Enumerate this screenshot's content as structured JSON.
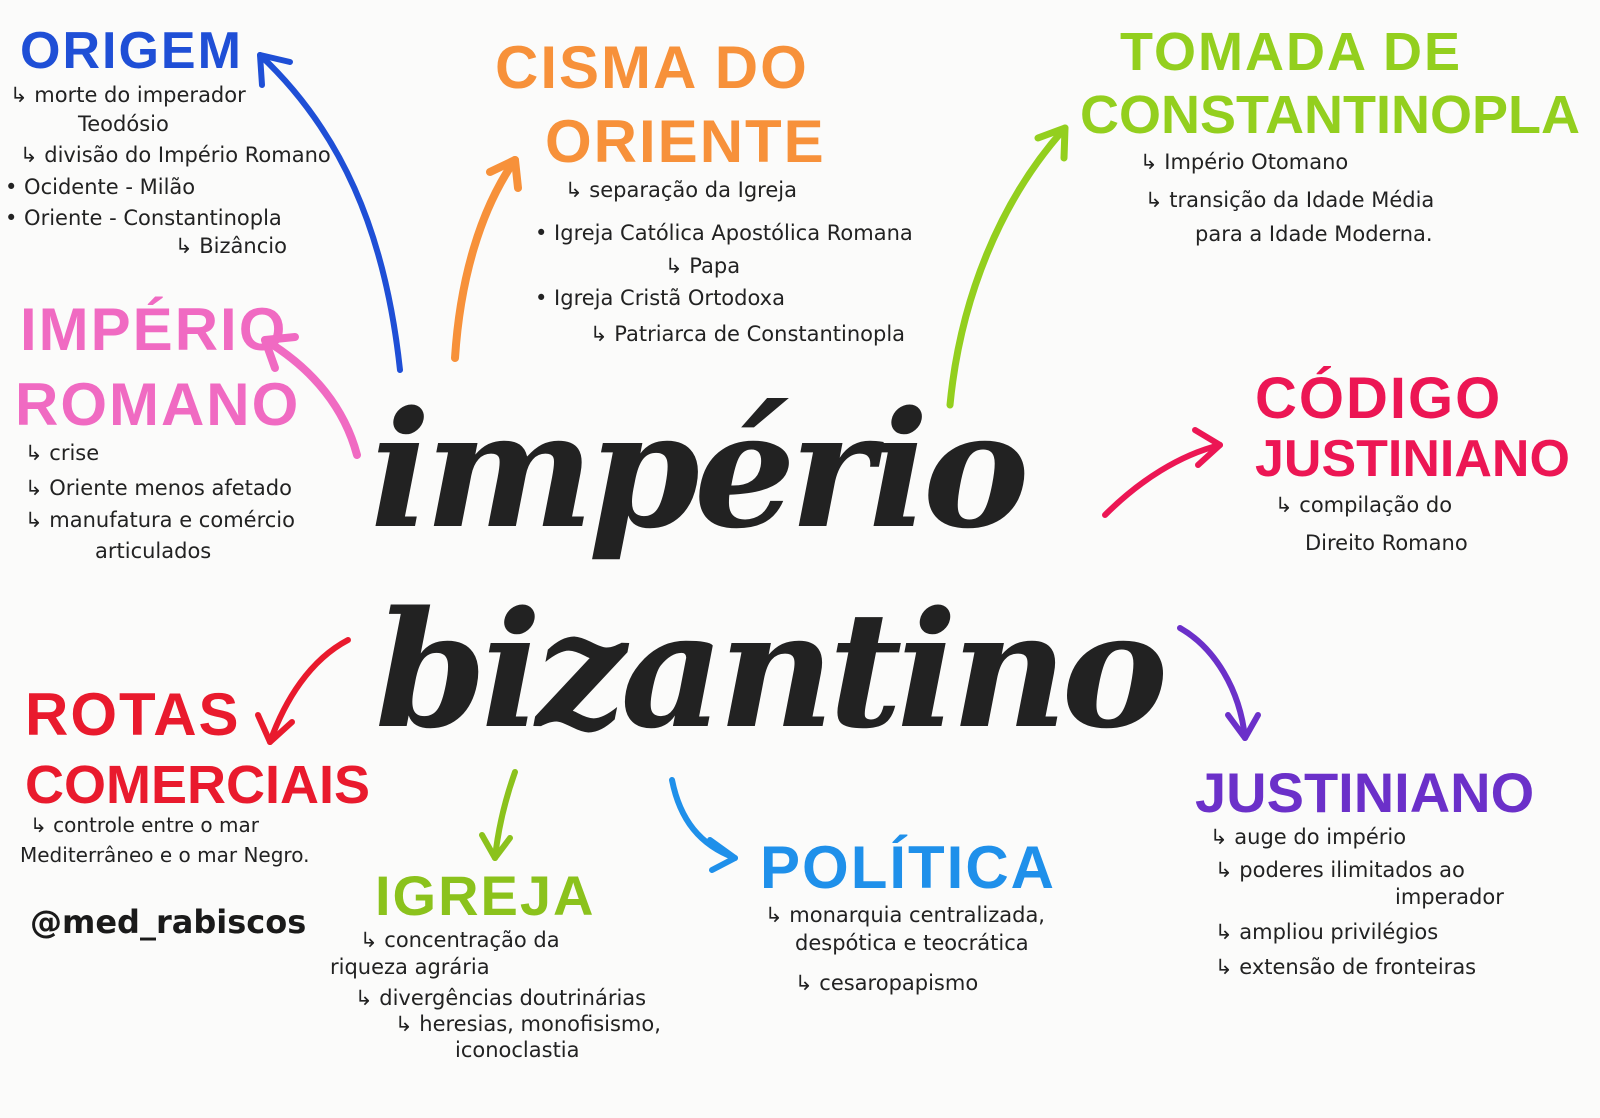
{
  "center": {
    "line1": "império",
    "line2": "bizantino"
  },
  "colors": {
    "origem": "#1f4fd6",
    "cisma": "#f7913a",
    "tomada": "#93cf1e",
    "imperio_romano": "#f06ac2",
    "codigo": "#ec1654",
    "rotas": "#e91a2d",
    "igreja": "#8bc21c",
    "politica": "#1f90ea",
    "justiniano": "#6b30c9"
  },
  "nodes": {
    "origem": {
      "title": "ORIGEM",
      "lines": [
        "↳ morte do imperador",
        "Teodósio",
        "↳ divisão do Império Romano",
        "• Ocidente - Milão",
        "• Oriente - Constantinopla",
        "↳ Bizâncio"
      ]
    },
    "cisma": {
      "title1": "CISMA DO",
      "title2": "ORIENTE",
      "lines": [
        "↳ separação da Igreja",
        "• Igreja Católica Apostólica Romana",
        "↳ Papa",
        "• Igreja Cristã Ortodoxa",
        "↳ Patriarca de Constantinopla"
      ]
    },
    "tomada": {
      "title1": "TOMADA DE",
      "title2": "CONSTANTINOPLA",
      "lines": [
        "↳ Império Otomano",
        "↳ transição da Idade Média",
        "para a Idade Moderna."
      ]
    },
    "imperio_romano": {
      "title1": "IMPÉRIO",
      "title2": "ROMANO",
      "lines": [
        "↳ crise",
        "↳ Oriente menos afetado",
        "↳ manufatura e comércio",
        "articulados"
      ]
    },
    "codigo": {
      "title1": "CÓDIGO",
      "title2": "JUSTINIANO",
      "lines": [
        "↳ compilação do",
        "Direito Romano"
      ]
    },
    "rotas": {
      "title1": "ROTAS",
      "title2": "COMERCIAIS",
      "lines": [
        "↳ controle entre o mar",
        "Mediterrâneo e o mar Negro."
      ]
    },
    "igreja": {
      "title": "IGREJA",
      "lines": [
        "↳ concentração da",
        "riqueza agrária",
        "↳ divergências doutrinárias",
        "↳ heresias, monofisismo,",
        "iconoclastia"
      ]
    },
    "politica": {
      "title": "POLÍTICA",
      "lines": [
        "↳ monarquia centralizada,",
        "despótica e teocrática",
        "↳ cesaropapismo"
      ]
    },
    "justiniano": {
      "title": "JUSTINIANO",
      "lines": [
        "↳ auge do império",
        "↳ poderes ilimitados ao",
        "imperador",
        "↳ ampliou privilégios",
        "↳ extensão de fronteiras"
      ]
    }
  },
  "signature": "@med_rabiscos"
}
